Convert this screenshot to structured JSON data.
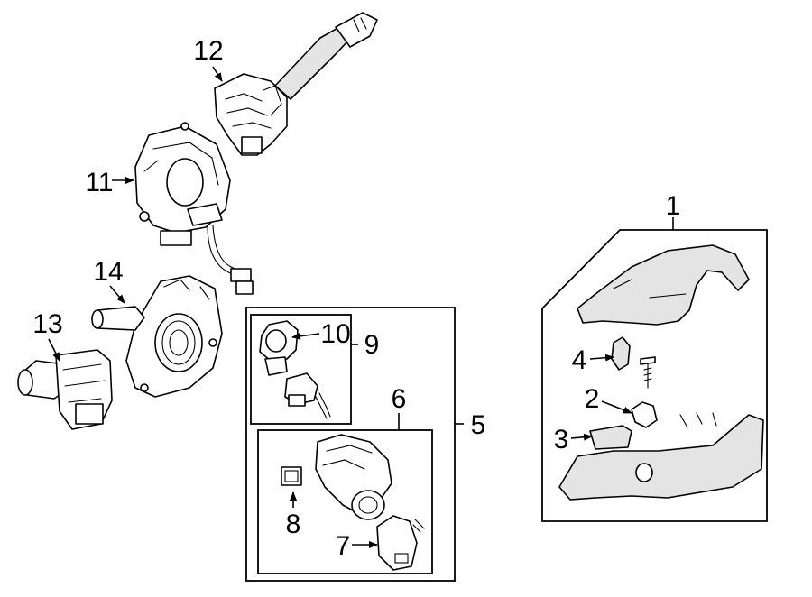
{
  "callouts": {
    "c1": "1",
    "c2": "2",
    "c3": "3",
    "c4": "4",
    "c5": "5",
    "c6": "6",
    "c7": "7",
    "c8": "8",
    "c9": "9",
    "c10": "10",
    "c11": "11",
    "c12": "12",
    "c13": "13",
    "c14": "14"
  },
  "colors": {
    "line": "#000000",
    "background": "#ffffff",
    "panel_shade": "#e4e4e4"
  }
}
